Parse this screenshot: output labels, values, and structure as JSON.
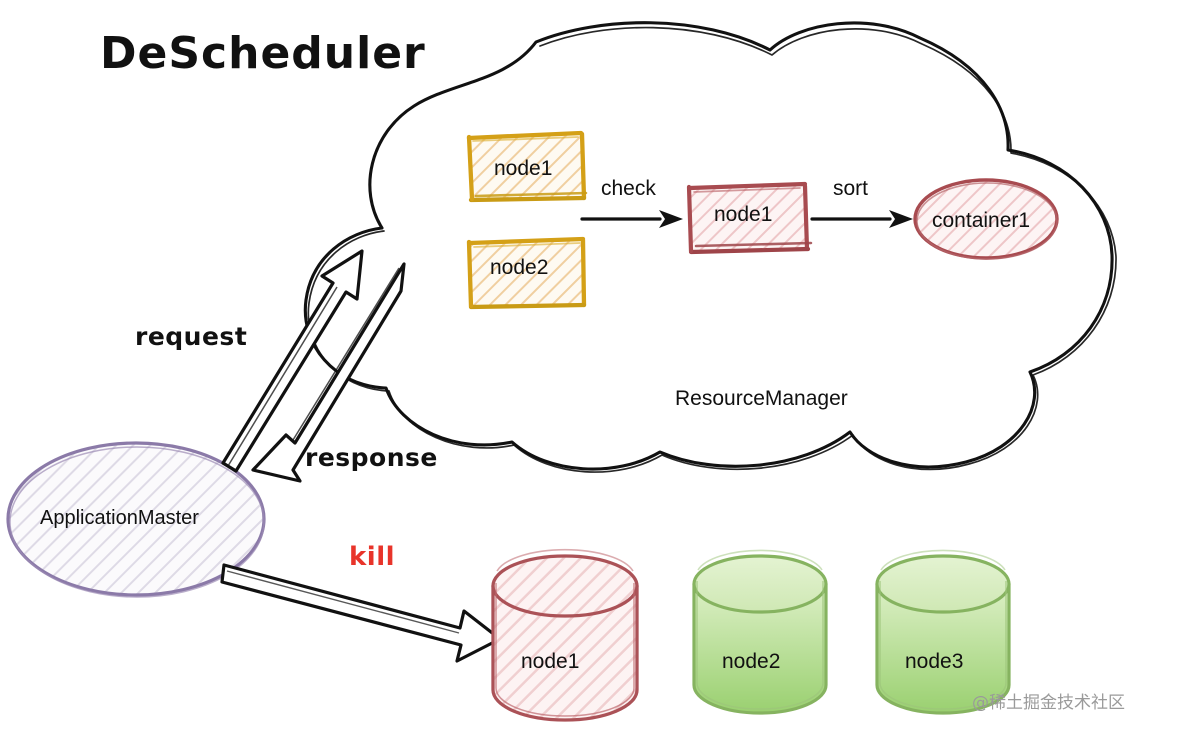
{
  "diagram": {
    "title": "DeScheduler",
    "watermark": "@稀土掘金技术社区"
  },
  "cloud": {
    "label": "ResourceManager",
    "stroke_color": "#111111"
  },
  "cloud_nodes": [
    {
      "id": "box-node1",
      "label": "node1",
      "stroke_color": "#d4a017",
      "fill_color": "#fdf4e6",
      "shape": "rectangle"
    },
    {
      "id": "box-node2",
      "label": "node2",
      "stroke_color": "#d4a017",
      "fill_color": "#fdf4e6",
      "shape": "rectangle"
    },
    {
      "id": "box-selected-node1",
      "label": "node1",
      "stroke_color": "#a84b50",
      "fill_color": "#fcefef",
      "shape": "rectangle"
    },
    {
      "id": "ellipse-container1",
      "label": "container1",
      "stroke_color": "#a84b50",
      "fill_color": "#fcefef",
      "shape": "ellipse"
    }
  ],
  "flow_labels": {
    "check": "check",
    "sort": "sort"
  },
  "application_master": {
    "label": "ApplicationMaster",
    "stroke_color": "#8b7aa8",
    "fill_color": "#f7f5fa",
    "shape": "ellipse"
  },
  "messages": {
    "request": "request",
    "response": "response",
    "kill": "kill",
    "kill_color": "#e8342a"
  },
  "cylinders": [
    {
      "id": "cyl-node1",
      "label": "node1",
      "stroke_color": "#ab5257",
      "fill_top": "#fdf1f1",
      "fill_bottom": "#f8e2e2",
      "state": "killed"
    },
    {
      "id": "cyl-node2",
      "label": "node2",
      "stroke_color": "#86b360",
      "fill_top": "#dcefc4",
      "fill_bottom": "#9ed176",
      "state": "healthy"
    },
    {
      "id": "cyl-node3",
      "label": "node3",
      "stroke_color": "#86b360",
      "fill_top": "#dcefc4",
      "fill_bottom": "#9ed176",
      "state": "healthy"
    }
  ]
}
